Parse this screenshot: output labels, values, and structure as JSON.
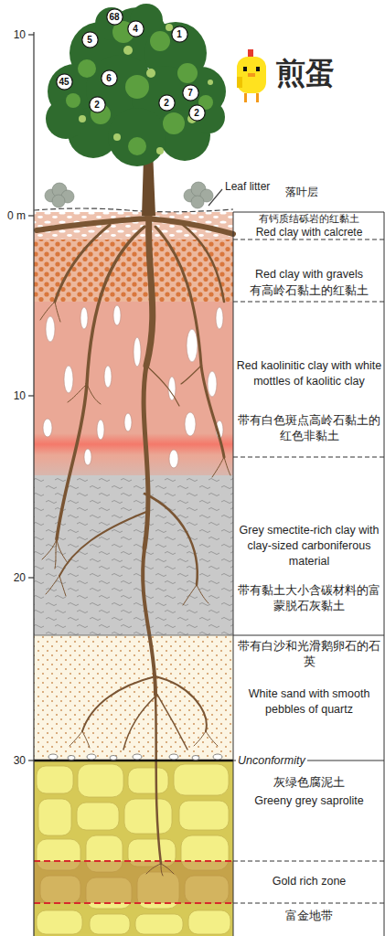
{
  "diagram": {
    "nodes": [
      {
        "text": [
          "68"
        ]
      },
      {
        "text": [
          "4"
        ]
      },
      {
        "text": [
          "1"
        ]
      },
      {
        "text": [
          "5"
        ]
      },
      {
        "text": [
          "6"
        ]
      },
      {
        "text": [
          "45"
        ]
      },
      {
        "text": [
          "7"
        ]
      },
      {
        "text": [
          "2"
        ]
      },
      {
        "text": [
          "2"
        ]
      },
      {
        "text": [
          "2"
        ]
      },
      {
        "text": [
          "有钙质结砾岩的红黏土",
          "Red clay with calcrete"
        ]
      },
      {
        "text": [
          "Red clay with gravels",
          "有高岭石黏土的红黏土"
        ]
      },
      {
        "text": [
          "Red kaolinitic clay with white mottles of kaolitic clay",
          "带有白色斑点高岭石黏土的红色非黏土"
        ]
      },
      {
        "text": [
          "Grey smectite-rich clay with clay-sized carboniferous material",
          "带有黏土大小含碳材料的富蒙脱石灰黏土"
        ]
      },
      {
        "text": [
          "带有白沙和光滑鹅卵石的石英",
          "White sand with smooth pebbles of quartz"
        ]
      },
      {
        "text": [
          "灰绿色腐泥土",
          "Greeny grey saprolite"
        ]
      },
      {
        "text": [
          "Gold rich zone",
          "富金地带"
        ]
      }
    ],
    "labels": [
      "10",
      "0 m",
      "10",
      "20",
      "30",
      "煎蛋",
      "Leaf litter",
      "落叶层",
      "Unconformity"
    ]
  }
}
